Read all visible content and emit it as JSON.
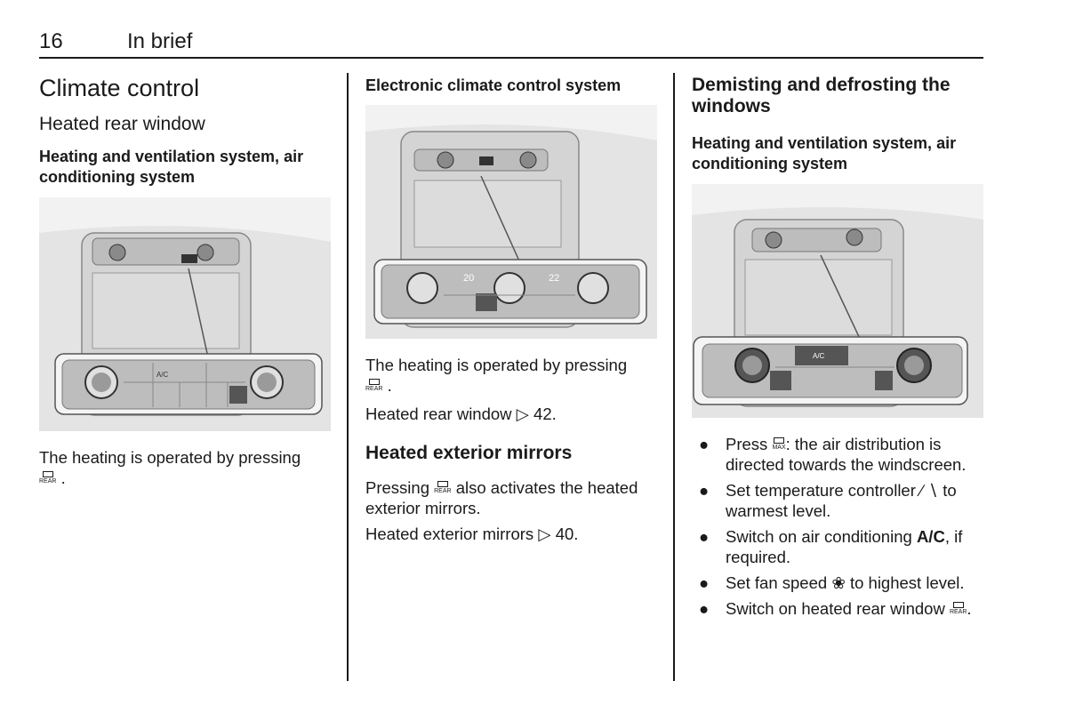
{
  "header": {
    "page_number": "16",
    "section": "In brief"
  },
  "col1": {
    "title": "Climate control",
    "subtitle": "Heated rear window",
    "system_heading": "Heating and ventilation system, air conditioning system",
    "caption": "The heating is operated by pressing",
    "symbol_label": "REAR"
  },
  "col2": {
    "heading": "Electronic climate control system",
    "caption": "The heating is operated by pressing",
    "symbol_label": "REAR",
    "xref_text": "Heated rear window",
    "xref_page": "42.",
    "mirrors_heading": "Heated exterior mirrors",
    "mirrors_text_1": "Pressing",
    "mirrors_text_2": "also activates the heated exterior mirrors.",
    "mirrors_xref_text": "Heated exterior mirrors",
    "mirrors_xref_page": "40.",
    "panel_temp_left": "20",
    "panel_temp_right": "22"
  },
  "col3": {
    "heading": "Demisting and defrosting the windows",
    "system_heading": "Heating and ventilation system, air conditioning system",
    "bullets": [
      {
        "a": "Press",
        "b": ": the air distribution is directed towards the windscreen."
      },
      {
        "a": "Set temperature controller",
        "b": "to warmest level."
      },
      {
        "a": "Switch on air conditioning",
        "bold": "A/C",
        "b": ", if required."
      },
      {
        "a": "Set fan speed",
        "b": "to highest level."
      },
      {
        "a": "Switch on heated rear window",
        "b": "."
      }
    ],
    "max_label": "MAX",
    "rear_label": "REAR",
    "panel_ac": "A/C"
  },
  "panel_labels": {
    "ac": "A/C"
  },
  "icons": {
    "arrow": "xref-arrow-icon",
    "fan": "fan-icon",
    "defrost": "max-defrost-icon",
    "rear": "rear-window-heating-icon"
  }
}
